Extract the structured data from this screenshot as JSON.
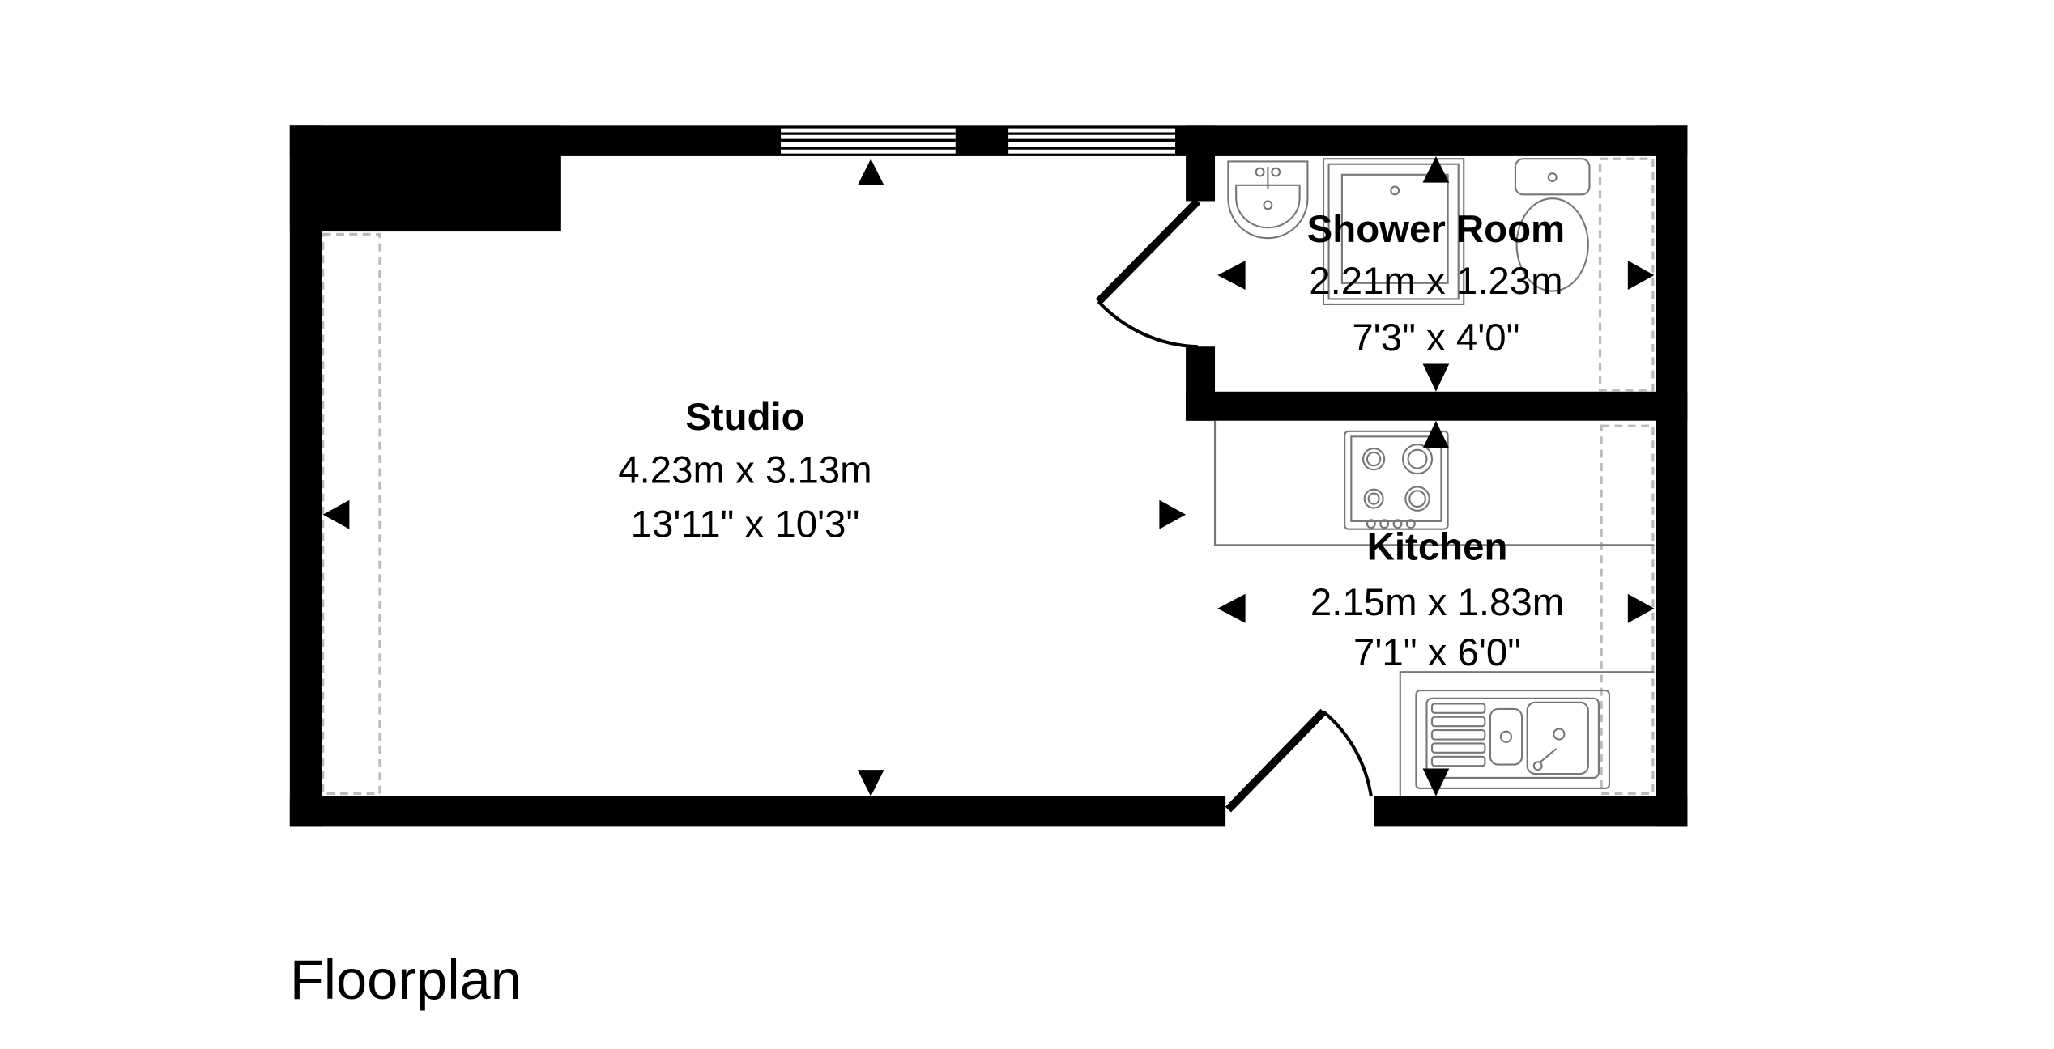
{
  "rooms": {
    "studio": {
      "name": "Studio",
      "metric": "4.23m x 3.13m",
      "imperial": "13'11\" x 10'3\""
    },
    "shower": {
      "name": "Shower Room",
      "metric": "2.21m x 1.23m",
      "imperial": "7'3\" x 4'0\""
    },
    "kitchen": {
      "name": "Kitchen",
      "metric": "2.15m x 1.83m",
      "imperial": "7'1\" x 6'0\""
    }
  },
  "caption": "Floorplan",
  "colors": {
    "wall": "#000000",
    "fixture": "#777777",
    "dashed": "#bbbbbb"
  }
}
